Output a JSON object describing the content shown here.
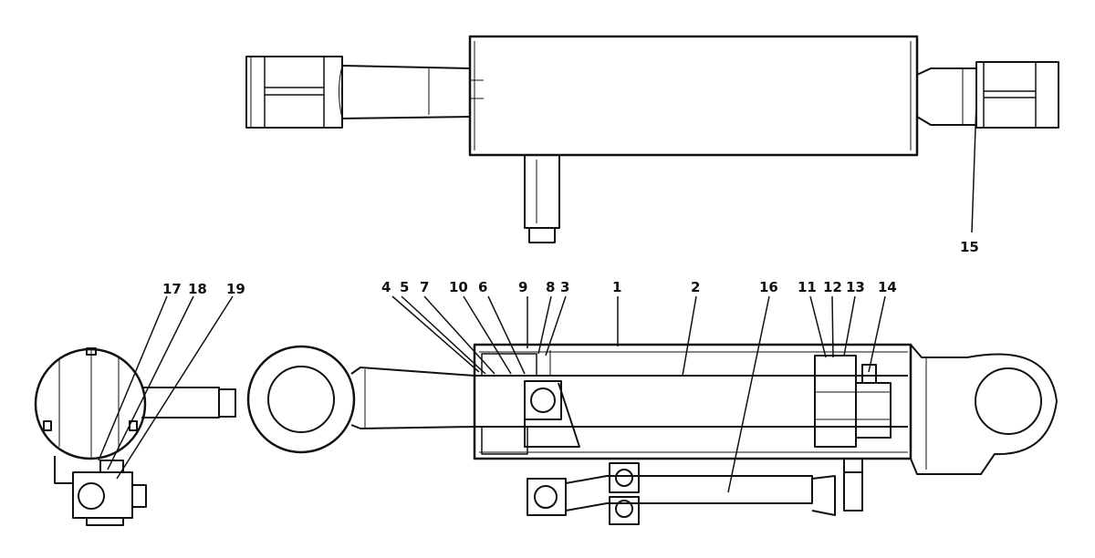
{
  "diagram": {
    "ink_color": "#111111",
    "callouts": {
      "c15": "15",
      "c17": "17",
      "c18": "18",
      "c19": "19",
      "c4": "4",
      "c5": "5",
      "c7": "7",
      "c10": "10",
      "c6": "6",
      "c9": "9",
      "c8": "8",
      "c3": "3",
      "c1": "1",
      "c2": "2",
      "c16": "16",
      "c11": "11",
      "c12": "12",
      "c13": "13",
      "c14": "14"
    }
  }
}
